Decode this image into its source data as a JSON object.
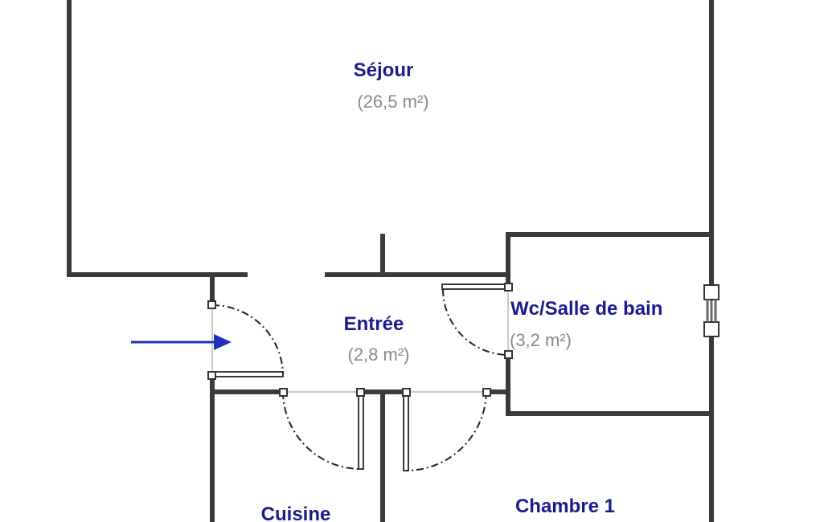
{
  "rooms": {
    "sejour": {
      "name": "Séjour",
      "area": "(26,5 m²)"
    },
    "entree": {
      "name": "Entrée",
      "area": "(2,8 m²)"
    },
    "wc": {
      "name": "Wc/Salle de bain",
      "area": "(3,2 m²)"
    },
    "cuisine": {
      "name": "Cuisine"
    },
    "chambre1": {
      "name": "Chambre 1"
    }
  },
  "colors": {
    "room_label": "#1b1b8c",
    "area_label": "#8a8a8a",
    "wall": "#3a3a3a",
    "entry_arrow": "#1f2fb8"
  },
  "icons": {
    "entry": "entry-arrow-icon",
    "window": "window-icon",
    "door": "door-icon"
  }
}
